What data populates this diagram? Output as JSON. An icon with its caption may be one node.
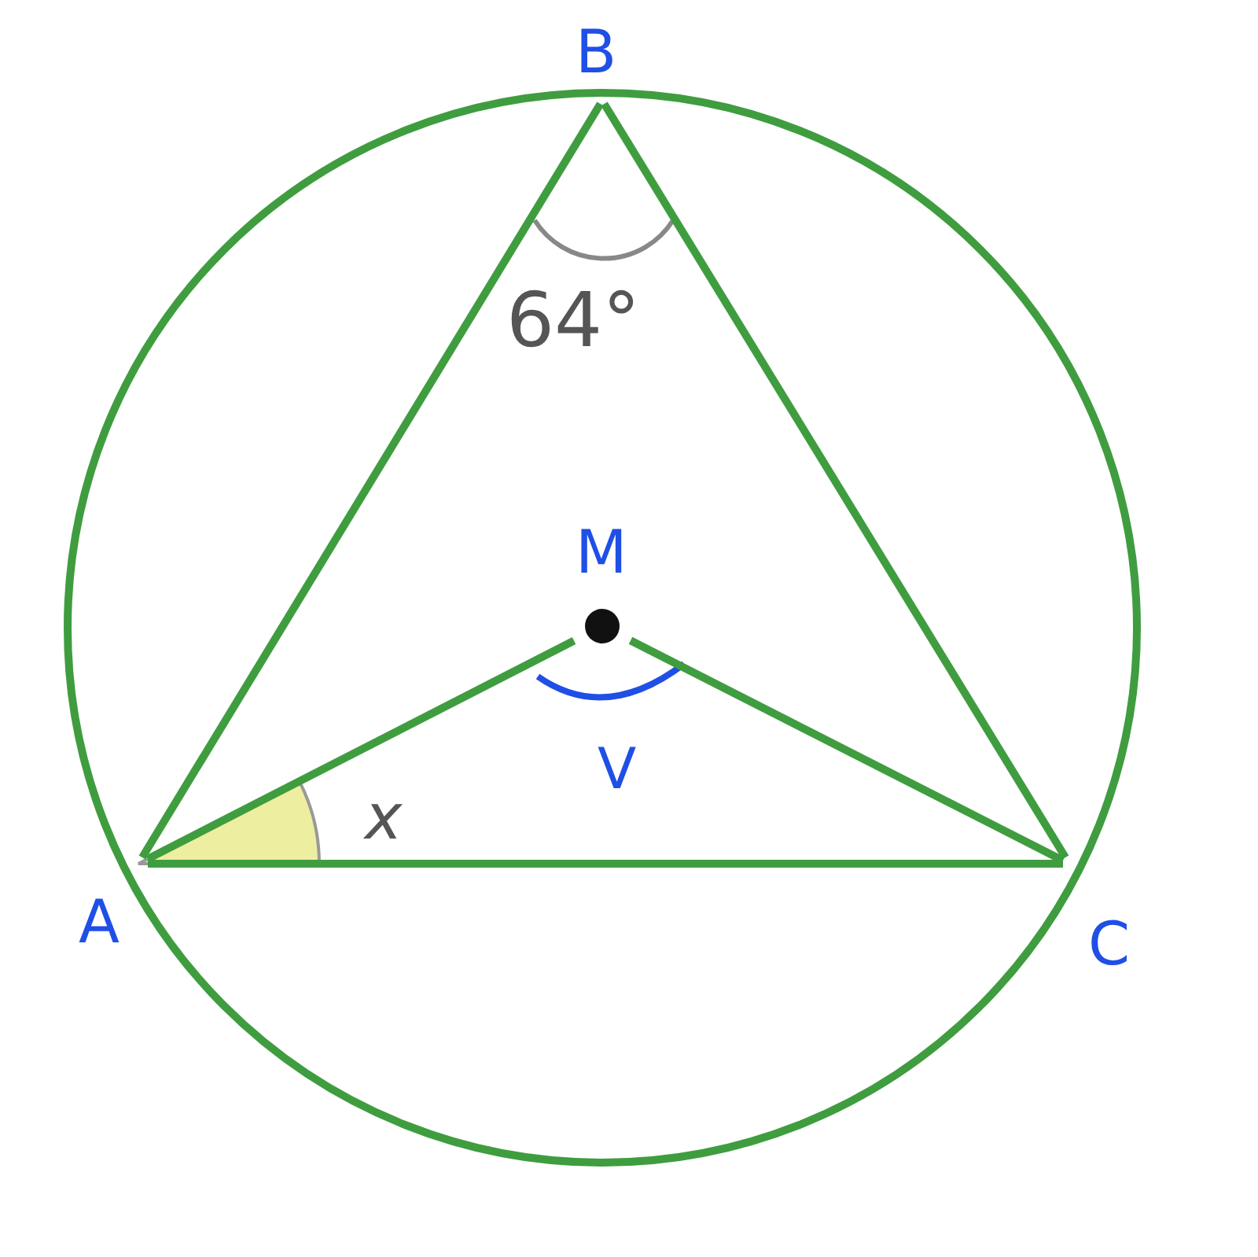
{
  "diagram": {
    "nodes": [
      {
        "text": [
          "B"
        ]
      },
      {
        "text": [
          "M"
        ]
      },
      {
        "text": [
          "A"
        ]
      },
      {
        "text": [
          "C"
        ]
      }
    ],
    "edges": [
      {
        "from": 2,
        "to": 0,
        "arrow": "none"
      },
      {
        "from": 0,
        "to": 3,
        "arrow": "none"
      },
      {
        "from": 2,
        "to": 3,
        "arrow": "none"
      },
      {
        "from": 2,
        "to": 1,
        "arrow": "none"
      },
      {
        "from": 1,
        "to": 3,
        "arrow": "none"
      }
    ],
    "labels": [
      "64°",
      "V",
      "x"
    ]
  }
}
